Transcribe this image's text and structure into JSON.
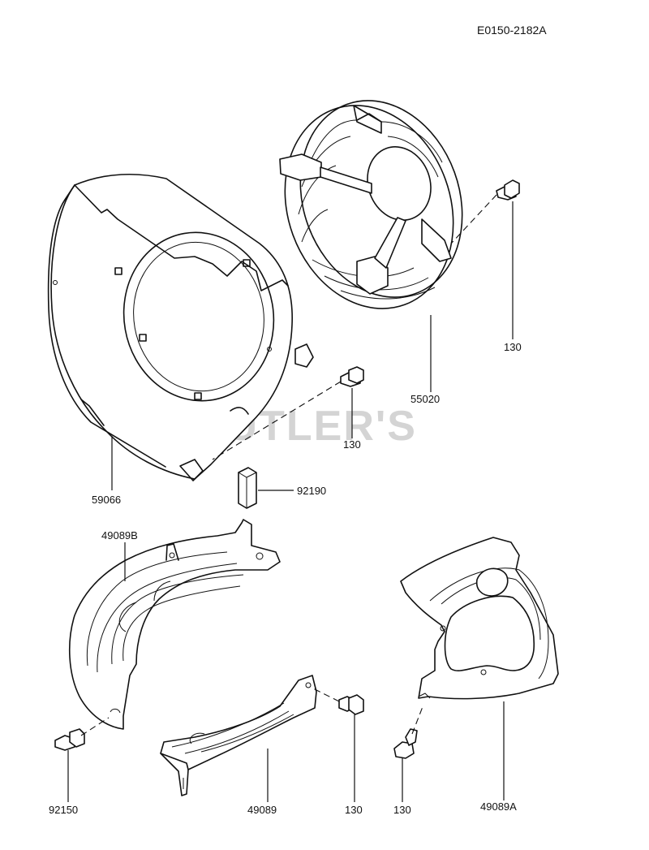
{
  "ref_code": "E0150-2182A",
  "watermark": "CUTLER'S",
  "parts": {
    "shroud": "59066",
    "screen": "55020",
    "bolt_screen": "130",
    "bolt_shroud": "130",
    "key": "92190",
    "cover_b": "49089B",
    "bolt_92150": "92150",
    "cover_49089": "49089",
    "bolt_cover": "130",
    "bolt_cover_a": "130",
    "cover_a": "49089A"
  },
  "colors": {
    "line": "#111111",
    "watermark": "#d4d4d4",
    "background": "#ffffff"
  }
}
